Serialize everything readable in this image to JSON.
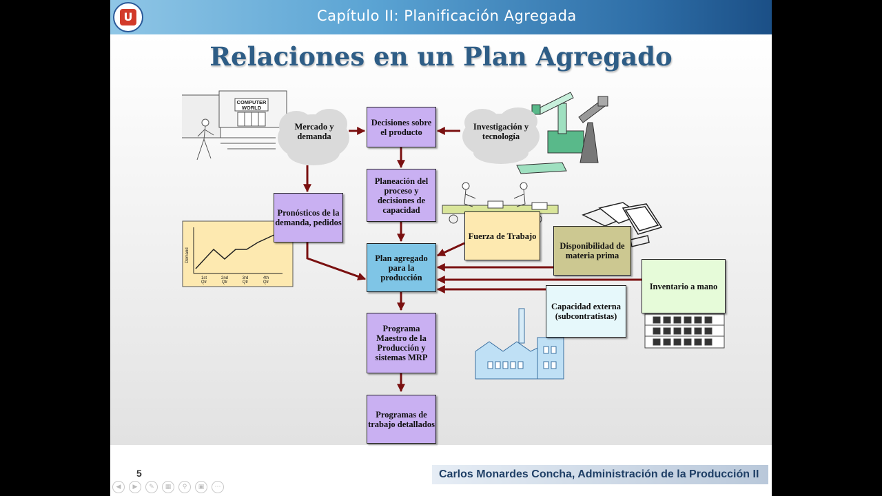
{
  "header": {
    "title": "Capítulo II: Planificación Agregada",
    "logo_text": "U"
  },
  "title": "Relaciones en un Plan Agregado",
  "illustrations": {
    "store_sign": "COMPUTER WORLD"
  },
  "clouds": {
    "market": "Mercado y demanda",
    "research": "Investigación y tecnología"
  },
  "boxes": {
    "product_decisions": "Decisiones sobre el producto",
    "process_planning": "Planeación del proceso y decisiones de capacidad",
    "forecasts": "Pronósticos de la demanda, pedidos",
    "aggregate_plan": "Plan agregado para la producción",
    "workforce": "Fuerza de Trabajo",
    "raw_material": "Disponibilidad de materia prima",
    "inventory": "Inventario a mano",
    "external_capacity": "Capacidad externa (subcontratistas)",
    "mps": "Programa Maestro de la Producción y sistemas MRP",
    "detailed_schedules": "Programas de trabajo detallados"
  },
  "demand_chart": {
    "ylabel": "Demand",
    "categories": [
      "1st Qtr",
      "2nd Qtr",
      "3rd Qtr",
      "4th Qtr"
    ]
  },
  "footer": {
    "page_number": "5",
    "author": "Carlos Monardes Concha, Administración de la Producción II"
  },
  "controls": [
    "prev-icon",
    "next-icon",
    "pen-icon",
    "slides-icon",
    "zoom-icon",
    "screen-icon",
    "more-icon"
  ],
  "colors": {
    "arrow": "#7a1010",
    "title": "#2e5d86",
    "footer_text": "#1f3f66"
  }
}
